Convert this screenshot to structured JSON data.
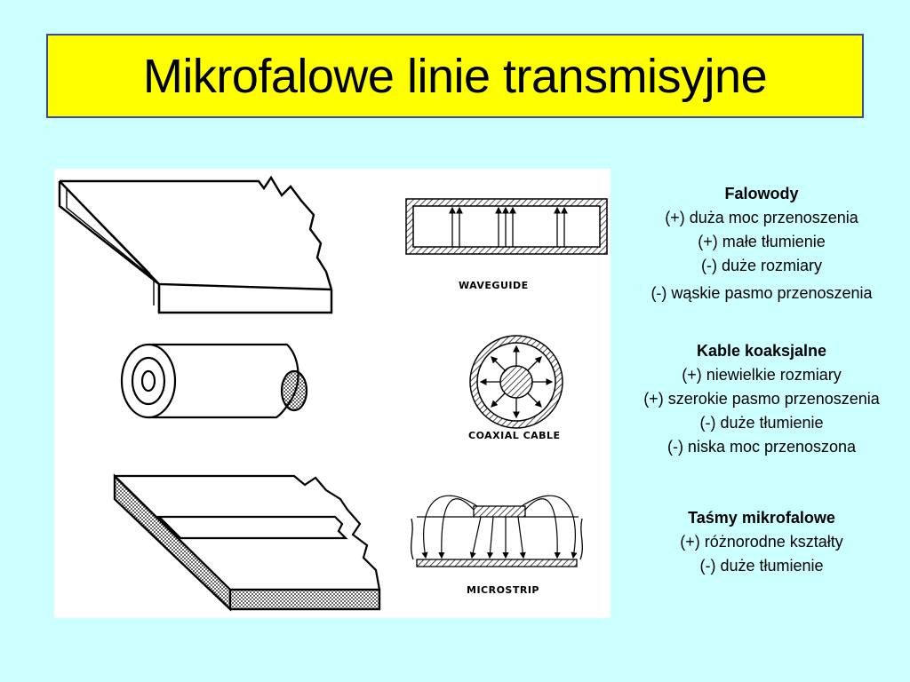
{
  "title": "Mikrofalowe linie transmisyjne",
  "figure": {
    "labels": {
      "waveguide": "WAVEGUIDE",
      "coaxial": "COAXIAL CABLE",
      "microstrip": "MICROSTRIP"
    }
  },
  "sections": {
    "waveguides": {
      "heading": "Falowody",
      "points": [
        "(+) duża moc przenoszenia",
        "(+) małe tłumienie",
        "(-) duże rozmiary",
        "(-) wąskie pasmo przenoszenia"
      ]
    },
    "coax": {
      "heading": "Kable koaksjalne",
      "points": [
        "(+) niewielkie rozmiary",
        "(+) szerokie pasmo przenoszenia",
        "(-) duże tłumienie",
        "(-) niska moc przenoszona"
      ]
    },
    "strips": {
      "heading": "Taśmy mikrofalowe",
      "points": [
        "(+) różnorodne kształty",
        "(-) duże tłumienie"
      ]
    }
  }
}
